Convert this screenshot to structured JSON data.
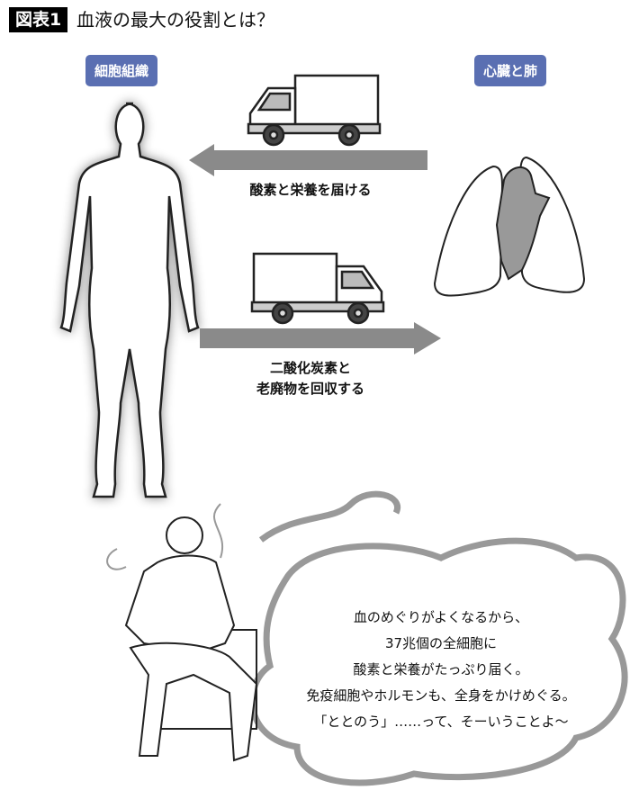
{
  "header": {
    "figure_number": "図表1",
    "title": "血液の最大の役割とは？"
  },
  "labels": {
    "left": "細胞組織",
    "right": "心臓と肺"
  },
  "arrows": {
    "to_cells": "酸素と栄養を届ける",
    "to_heart_lines": [
      "二酸化炭素と",
      "老廃物を回収する"
    ]
  },
  "bubble": {
    "lines": [
      "血のめぐりがよくなるから、",
      "37兆個の全細胞に",
      "酸素と栄養がたっぷり届く。",
      "免疫細胞やホルモンも、全身をかけめぐる。",
      "「ととのう」……って、そーいうことよ〜"
    ]
  },
  "colors": {
    "tag": "#5a6fb2",
    "arrow": "#8a8a8a"
  }
}
